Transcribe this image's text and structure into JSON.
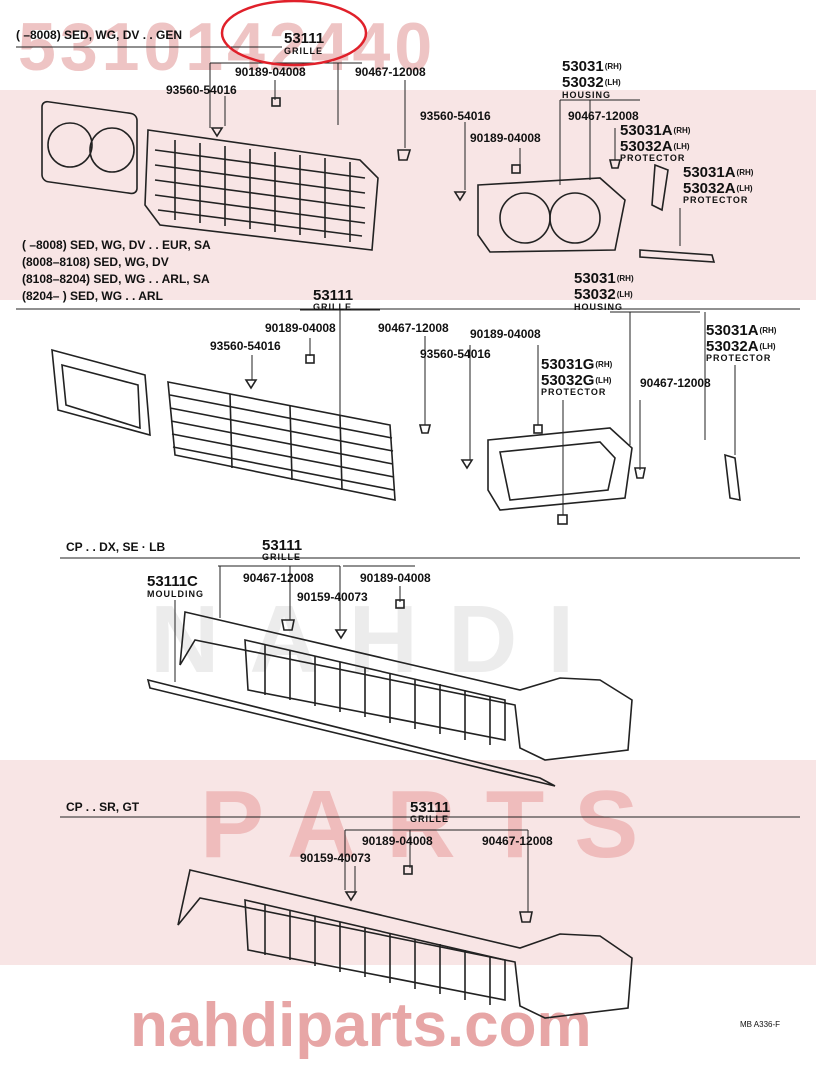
{
  "watermark": {
    "top_number": "5310142440",
    "band_text_1": "NAHDI",
    "band_text_2": "PARTS",
    "site": "nahdiparts.com"
  },
  "footer_code": "MB A336-F",
  "sections": [
    {
      "label": "(        –8008) SED, WG, DV . . GEN"
    },
    {
      "label_lines": [
        "(        –8008) SED, WG, DV . . EUR, SA",
        "(8008–8108) SED, WG, DV",
        "(8108–8204) SED, WG . . ARL, SA",
        "(8204–          ) SED, WG . . ARL"
      ]
    },
    {
      "label": "CP . . DX, SE · LB"
    },
    {
      "label": "CP . . SR, GT"
    }
  ],
  "parts": {
    "grille": {
      "code": "53111",
      "name": "GRILLE"
    },
    "housing": {
      "code_rh": "53031",
      "code_lh": "53032",
      "rh": "(RH)",
      "lh": "(LH)",
      "name": "HOUSING"
    },
    "protector_a": {
      "code_rh": "53031A",
      "code_lh": "53032A",
      "rh": "(RH)",
      "lh": "(LH)",
      "name": "PROTECTOR"
    },
    "protector_g": {
      "code_rh": "53031G",
      "code_lh": "53032G",
      "rh": "(RH)",
      "lh": "(LH)",
      "name": "PROTECTOR"
    },
    "moulding": {
      "code": "53111C",
      "name": "MOULDING"
    },
    "clip_04008": "90189-04008",
    "clip_54016": "93560-54016",
    "nut_12008": "90467-12008",
    "screw_40073": "90159-40073"
  },
  "highlight_color": "#e0202a",
  "watermark_color": "#e8b8b8"
}
